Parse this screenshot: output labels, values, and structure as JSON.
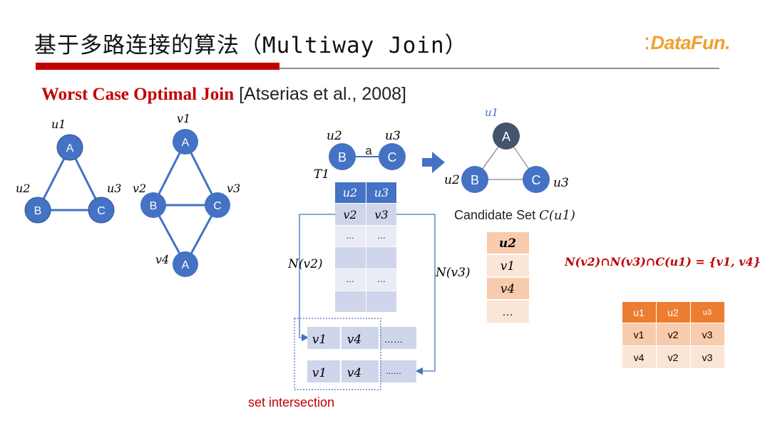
{
  "header": {
    "title_cn": "基于多路连接的算法（",
    "title_en": "Multiway Join",
    "title_close": "）",
    "logo_text": "DataFun."
  },
  "subtitle": {
    "highlight": "Worst Case Optimal Join",
    "citation": " [Atserias et al., 2008]"
  },
  "query_graph": {
    "labels": [
      "u1",
      "u2",
      "u3"
    ],
    "nodes": [
      "A",
      "B",
      "C"
    ]
  },
  "data_graph": {
    "labels": [
      "v1",
      "v2",
      "v3",
      "v4"
    ],
    "nodes": [
      "A",
      "B",
      "C",
      "A"
    ]
  },
  "edge_pattern": {
    "left_label": "u2",
    "right_label": "u3",
    "left_node": "B",
    "right_node": "C",
    "edge_label": "a",
    "table_name": "T1"
  },
  "result_triangle": {
    "top_label": "u1",
    "left_label": "u2",
    "right_label": "u3",
    "nodes": [
      "A",
      "B",
      "C"
    ]
  },
  "t1_table": {
    "headers": [
      "u2",
      "u3"
    ],
    "row1": [
      "v2",
      "v3"
    ],
    "ellipsis": "…"
  },
  "neighbors": {
    "left_label": "N(v2)",
    "right_label": "N(v3)",
    "row1": [
      "v1",
      "v4",
      "……"
    ],
    "row2": [
      "v1",
      "v4",
      "……"
    ]
  },
  "set_intersection_label": "set intersection",
  "candidate": {
    "label": "Candidate Set ",
    "label_math": "C(u1)",
    "header": "u2",
    "values": [
      "v1",
      "v4",
      "…"
    ]
  },
  "formula": "N(v2)∩N(v3)∩C(u1) = {v1, v4}",
  "result_table": {
    "headers": [
      "u1",
      "u2",
      "u3"
    ],
    "rows": [
      [
        "v1",
        "v2",
        "v3"
      ],
      [
        "v4",
        "v2",
        "v3"
      ]
    ]
  },
  "colors": {
    "node_blue": "#4472c4",
    "node_dark": "#44546a",
    "accent_red": "#c00000",
    "orange": "#ed7d31"
  }
}
